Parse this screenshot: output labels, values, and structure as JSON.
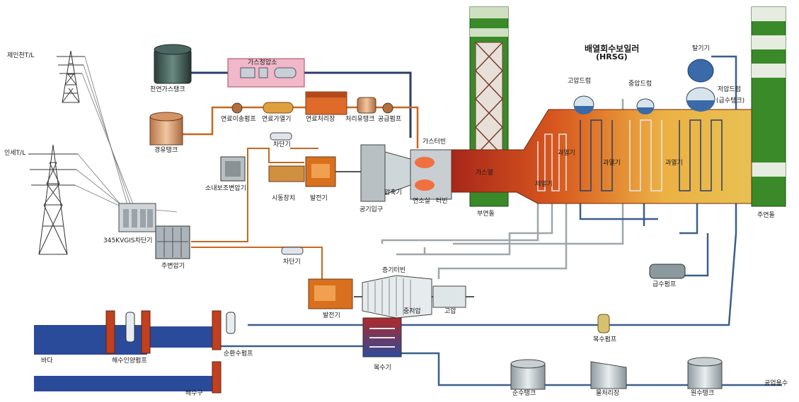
{
  "diagram": {
    "title": "배열회수보일러",
    "subtitle": "(HRSG)",
    "labels": {
      "tl_top": "제인천T/L",
      "tl_bottom": "인세T/L",
      "gis": "345KVGIS차단기",
      "main_transformer": "주변압기",
      "lng_tank": "천연가스탱크",
      "gas_regulator": "가스정압소",
      "oil_tank": "경유탱크",
      "fuel_pump": "연료이송펌프",
      "fuel_heater": "연료가열기",
      "fuel_treatment": "연료처리장",
      "treated_oil_tank": "처리유탱크",
      "supply_pump": "공급펌프",
      "breaker_top": "차단기",
      "aux_transformer": "소내보조변압기",
      "starter": "시동장치",
      "generator_top": "발전기",
      "gas_turbine": "가스터빈",
      "compressor": "압축기",
      "air_inlet": "공기입구",
      "combustor": "연소실",
      "turbine": "터빈",
      "flue_gas": "가스열",
      "bypass_stack": "부연돌",
      "economizer": "제열기",
      "superheater_1": "과열기",
      "superheater_2": "과열기",
      "superheater_3": "과열기",
      "hp_drum": "고압드럼",
      "ip_drum": "중압드럼",
      "deaerator": "탈기기",
      "lp_drum": "저압드럼",
      "feedwater_tank": "(급수탱크)",
      "main_stack": "주연돌",
      "feed_pump": "급수펌프",
      "breaker_bottom": "차단기",
      "steam_turbine": "증기터빈",
      "generator_bottom": "발전기",
      "ip_turbine": "중저압",
      "hp_turbine": "고압",
      "condenser": "복수기",
      "condensate_pump": "복수펌프",
      "sea": "바다",
      "intake_pump": "해수인양펌프",
      "circ_pump": "순환수펌프",
      "discharge": "배수구",
      "pure_water_tank": "순수탱크",
      "water_treatment": "물처리장",
      "raw_water_tank": "원수탱크",
      "industrial_water": "공업용수"
    }
  }
}
